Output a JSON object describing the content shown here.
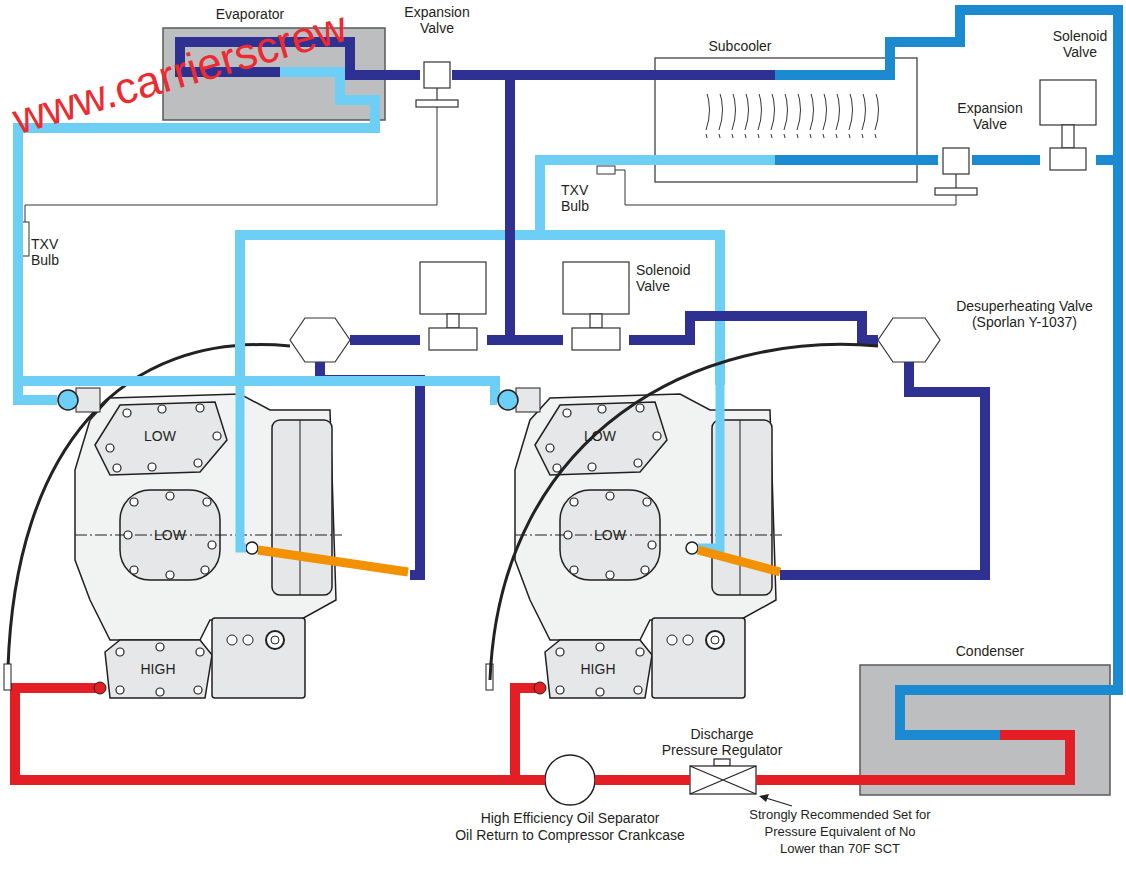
{
  "diagram": {
    "nodes": [
      {
        "text": [
          "Evaporator"
        ]
      },
      {
        "text": [
          "Expansion Valve"
        ]
      },
      {
        "text": [
          "Subcooler"
        ]
      },
      {
        "text": [
          "Solenoid Valve"
        ]
      },
      {
        "text": [
          "Expansion Valve"
        ]
      },
      {
        "text": [
          "Solenoid Valve"
        ]
      },
      {
        "text": [
          "Desuperheating Valve (Sporlan Y-1037)"
        ]
      },
      {
        "text": [
          "LOW",
          "LOW",
          "HIGH"
        ]
      },
      {
        "text": [
          "LOW",
          "LOW",
          "HIGH"
        ]
      },
      {
        "text": [
          "Condenser"
        ]
      },
      {
        "text": [
          "Discharge Pressure Regulator"
        ]
      },
      {
        "text": [
          "High Efficiency Oil Separator",
          "Oil Return to Compressor Crankcase"
        ]
      }
    ],
    "edges": [
      {
        "from": 9,
        "to": 2,
        "arrow": "none"
      },
      {
        "from": 9,
        "to": 3,
        "arrow": "none"
      },
      {
        "from": 3,
        "to": 4,
        "arrow": "none"
      },
      {
        "from": 4,
        "to": 2,
        "arrow": "none"
      },
      {
        "from": 2,
        "to": 7,
        "arrow": "none"
      },
      {
        "from": 2,
        "to": 8,
        "arrow": "none"
      },
      {
        "from": 2,
        "to": 1,
        "arrow": "none"
      },
      {
        "from": 1,
        "to": 0,
        "arrow": "none"
      },
      {
        "from": 0,
        "to": 7,
        "arrow": "none"
      },
      {
        "from": 0,
        "to": 8,
        "arrow": "none"
      },
      {
        "from": 7,
        "to": 11,
        "arrow": "none"
      },
      {
        "from": 8,
        "to": 11,
        "arrow": "none"
      },
      {
        "from": 11,
        "to": 10,
        "arrow": "none"
      },
      {
        "from": 10,
        "to": 9,
        "arrow": "none"
      },
      {
        "from": 5,
        "to": 6,
        "arrow": "none"
      },
      {
        "from": 6,
        "to": 8,
        "arrow": "none"
      },
      {
        "from": 2,
        "to": 5,
        "arrow": "none"
      },
      {
        "from": 6,
        "to": 8,
        "arrow": "none"
      }
    ],
    "labels": [
      "www.carrierscrew",
      "TXV Bulb",
      "TXV Bulb",
      "Strongly Recommended Set for Pressure Equivalent of No Lower than 70F SCT"
    ]
  }
}
